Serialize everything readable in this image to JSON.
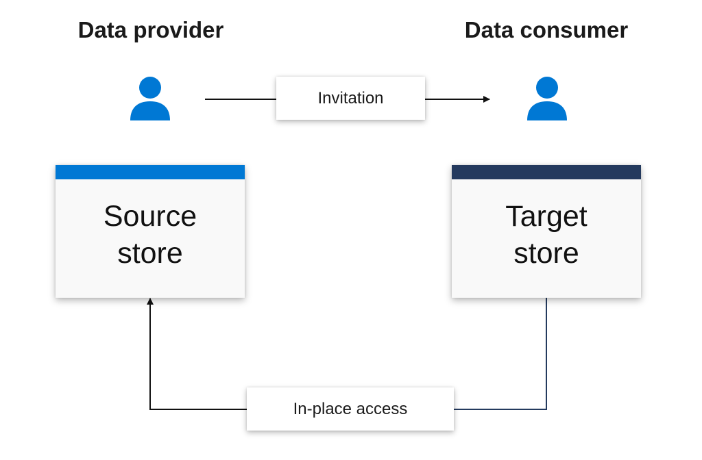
{
  "provider": {
    "title": "Data provider",
    "icon": "person-icon",
    "icon_color": "#0078d4"
  },
  "consumer": {
    "title": "Data consumer",
    "icon": "person-icon",
    "icon_color": "#0078d4"
  },
  "source_store": {
    "line1": "Source",
    "line2": "store",
    "bar_color": "#0078d4"
  },
  "target_store": {
    "line1": "Target",
    "line2": "store",
    "bar_color": "#243a5e"
  },
  "invitation": {
    "label": "Invitation"
  },
  "access": {
    "label": "In-place access",
    "line_color": "#243a5e"
  }
}
